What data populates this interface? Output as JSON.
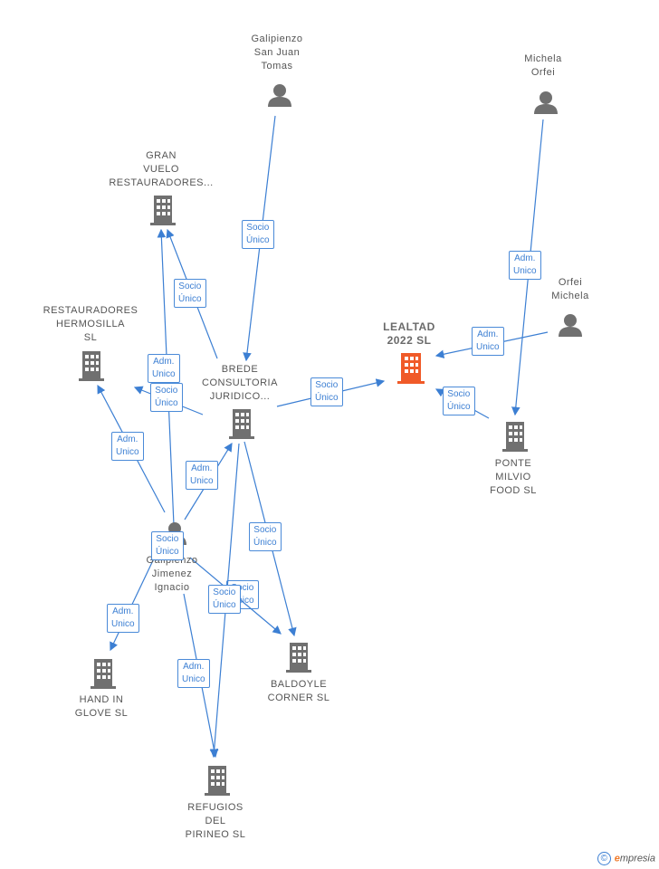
{
  "nodes": {
    "galipienzo_san_juan": {
      "label": "Galipienzo\nSan Juan\nTomas",
      "kind": "person"
    },
    "michela_orfei": {
      "label": "Michela\nOrfei",
      "kind": "person"
    },
    "orfei_michela": {
      "label": "Orfei\nMichela",
      "kind": "person"
    },
    "gran_vuelo": {
      "label": "GRAN\nVUELO\nRESTAURADORES...",
      "kind": "company"
    },
    "restauradores_hermosilla": {
      "label": "RESTAURADORES\nHERMOSILLA\nSL",
      "kind": "company"
    },
    "brede": {
      "label": "BREDE\nCONSULTORIA\nJURIDICO...",
      "kind": "company"
    },
    "lealtad": {
      "label": "LEALTAD\n2022  SL",
      "kind": "main"
    },
    "ponte_milvio": {
      "label": "PONTE\nMILVIO\nFOOD  SL",
      "kind": "company"
    },
    "galipienzo_jimenez": {
      "label": "Galipienzo\nJimenez\nIgnacio",
      "kind": "person"
    },
    "hand_in_glove": {
      "label": "HAND IN\nGLOVE  SL",
      "kind": "company"
    },
    "baldoyle": {
      "label": "BALDOYLE\nCORNER  SL",
      "kind": "company"
    },
    "refugios": {
      "label": "REFUGIOS\nDEL\nPIRINEO  SL",
      "kind": "company"
    }
  },
  "edges": [
    {
      "id": "e1",
      "label": "Socio\nÚnico"
    },
    {
      "id": "e2",
      "label": "Adm.\nUnico"
    },
    {
      "id": "e3",
      "label": "Adm.\nUnico"
    },
    {
      "id": "e4",
      "label": "Socio\nÚnico"
    },
    {
      "id": "e5",
      "label": "Socio\nÚnico"
    },
    {
      "id": "e6",
      "label": "Socio\nÚnico"
    },
    {
      "id": "e7",
      "label": "Adm.\nUnico"
    },
    {
      "id": "e8",
      "label": "Socio\nÚnico"
    },
    {
      "id": "e9",
      "label": "Adm.\nUnico"
    },
    {
      "id": "e10",
      "label": "Adm.\nUnico"
    },
    {
      "id": "e11",
      "label": "Socio\nÚnico"
    },
    {
      "id": "e12",
      "label": "Socio\nÚnico"
    },
    {
      "id": "e13",
      "label": "Adm.\nUnico"
    },
    {
      "id": "e14",
      "label": "Socio\nÚnico"
    },
    {
      "id": "e15",
      "label": "Adm.\nUnico"
    },
    {
      "id": "e16",
      "label": "Socio\nÚnico"
    }
  ],
  "colors": {
    "edge": "#3c7fd3",
    "icon": "#707070",
    "main": "#f05a28"
  },
  "footer": {
    "copyright": "©",
    "brand_e": "e",
    "brand_rest": "mpresia"
  }
}
